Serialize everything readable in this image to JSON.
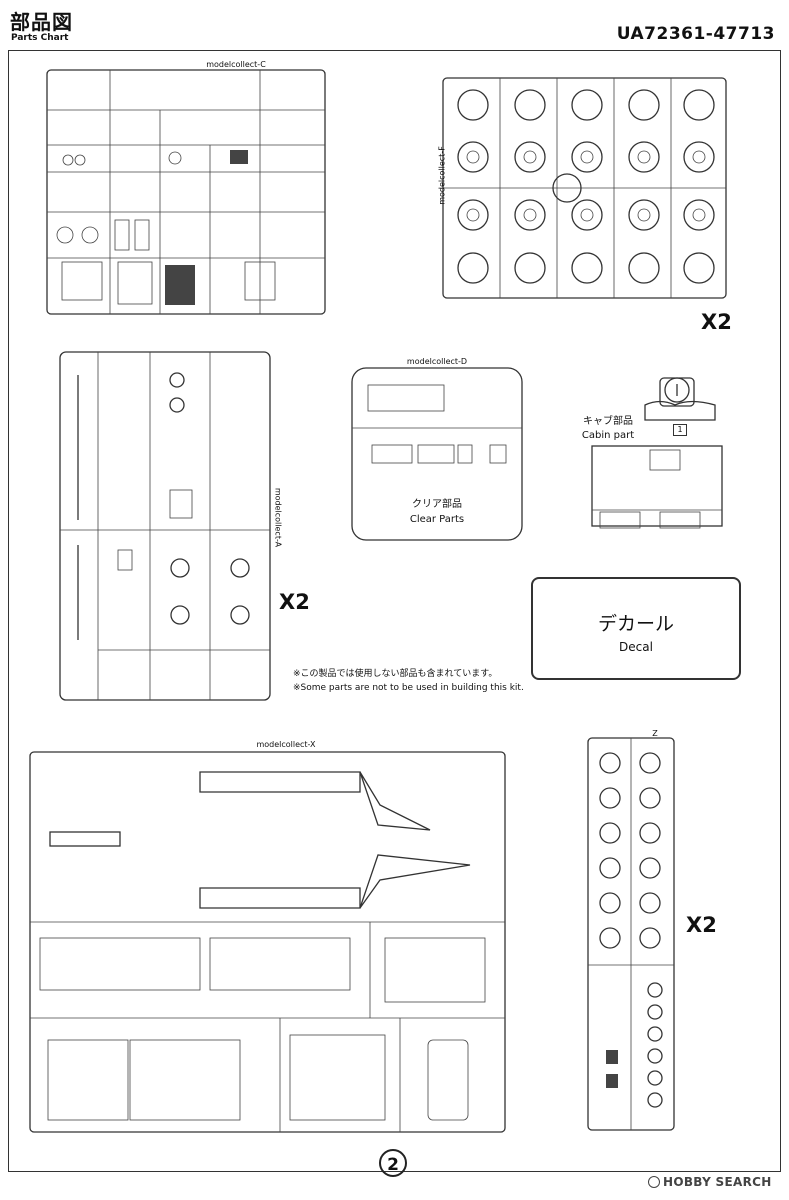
{
  "header": {
    "title_jp": "部品図",
    "title_en": "Parts Chart",
    "product_code": "UA72361-47713"
  },
  "sprues": {
    "top_left": {
      "tag": "modelcollect-C"
    },
    "wheels": {
      "tag": "modelcollect-F",
      "multiplier": "X2"
    },
    "a": {
      "tag": "modelcollect-A",
      "multiplier": "X2"
    },
    "clear": {
      "tag": "modelcollect-D",
      "label_jp": "クリア部品",
      "label_en": "Clear Parts"
    },
    "cabin": {
      "label_jp": "キャブ部品",
      "label_en": "Cabin part",
      "part_number": "1"
    },
    "x": {
      "tag": "modelcollect-X"
    },
    "z": {
      "tag": "Z",
      "multiplier": "X2"
    }
  },
  "decal": {
    "label_jp": "デカール",
    "label_en": "Decal"
  },
  "note": {
    "jp": "※この製品では使用しない部品も含まれています。",
    "en": "※Some parts are not to be used in building this kit."
  },
  "page_number": "2",
  "watermark": "HOBBY SEARCH"
}
